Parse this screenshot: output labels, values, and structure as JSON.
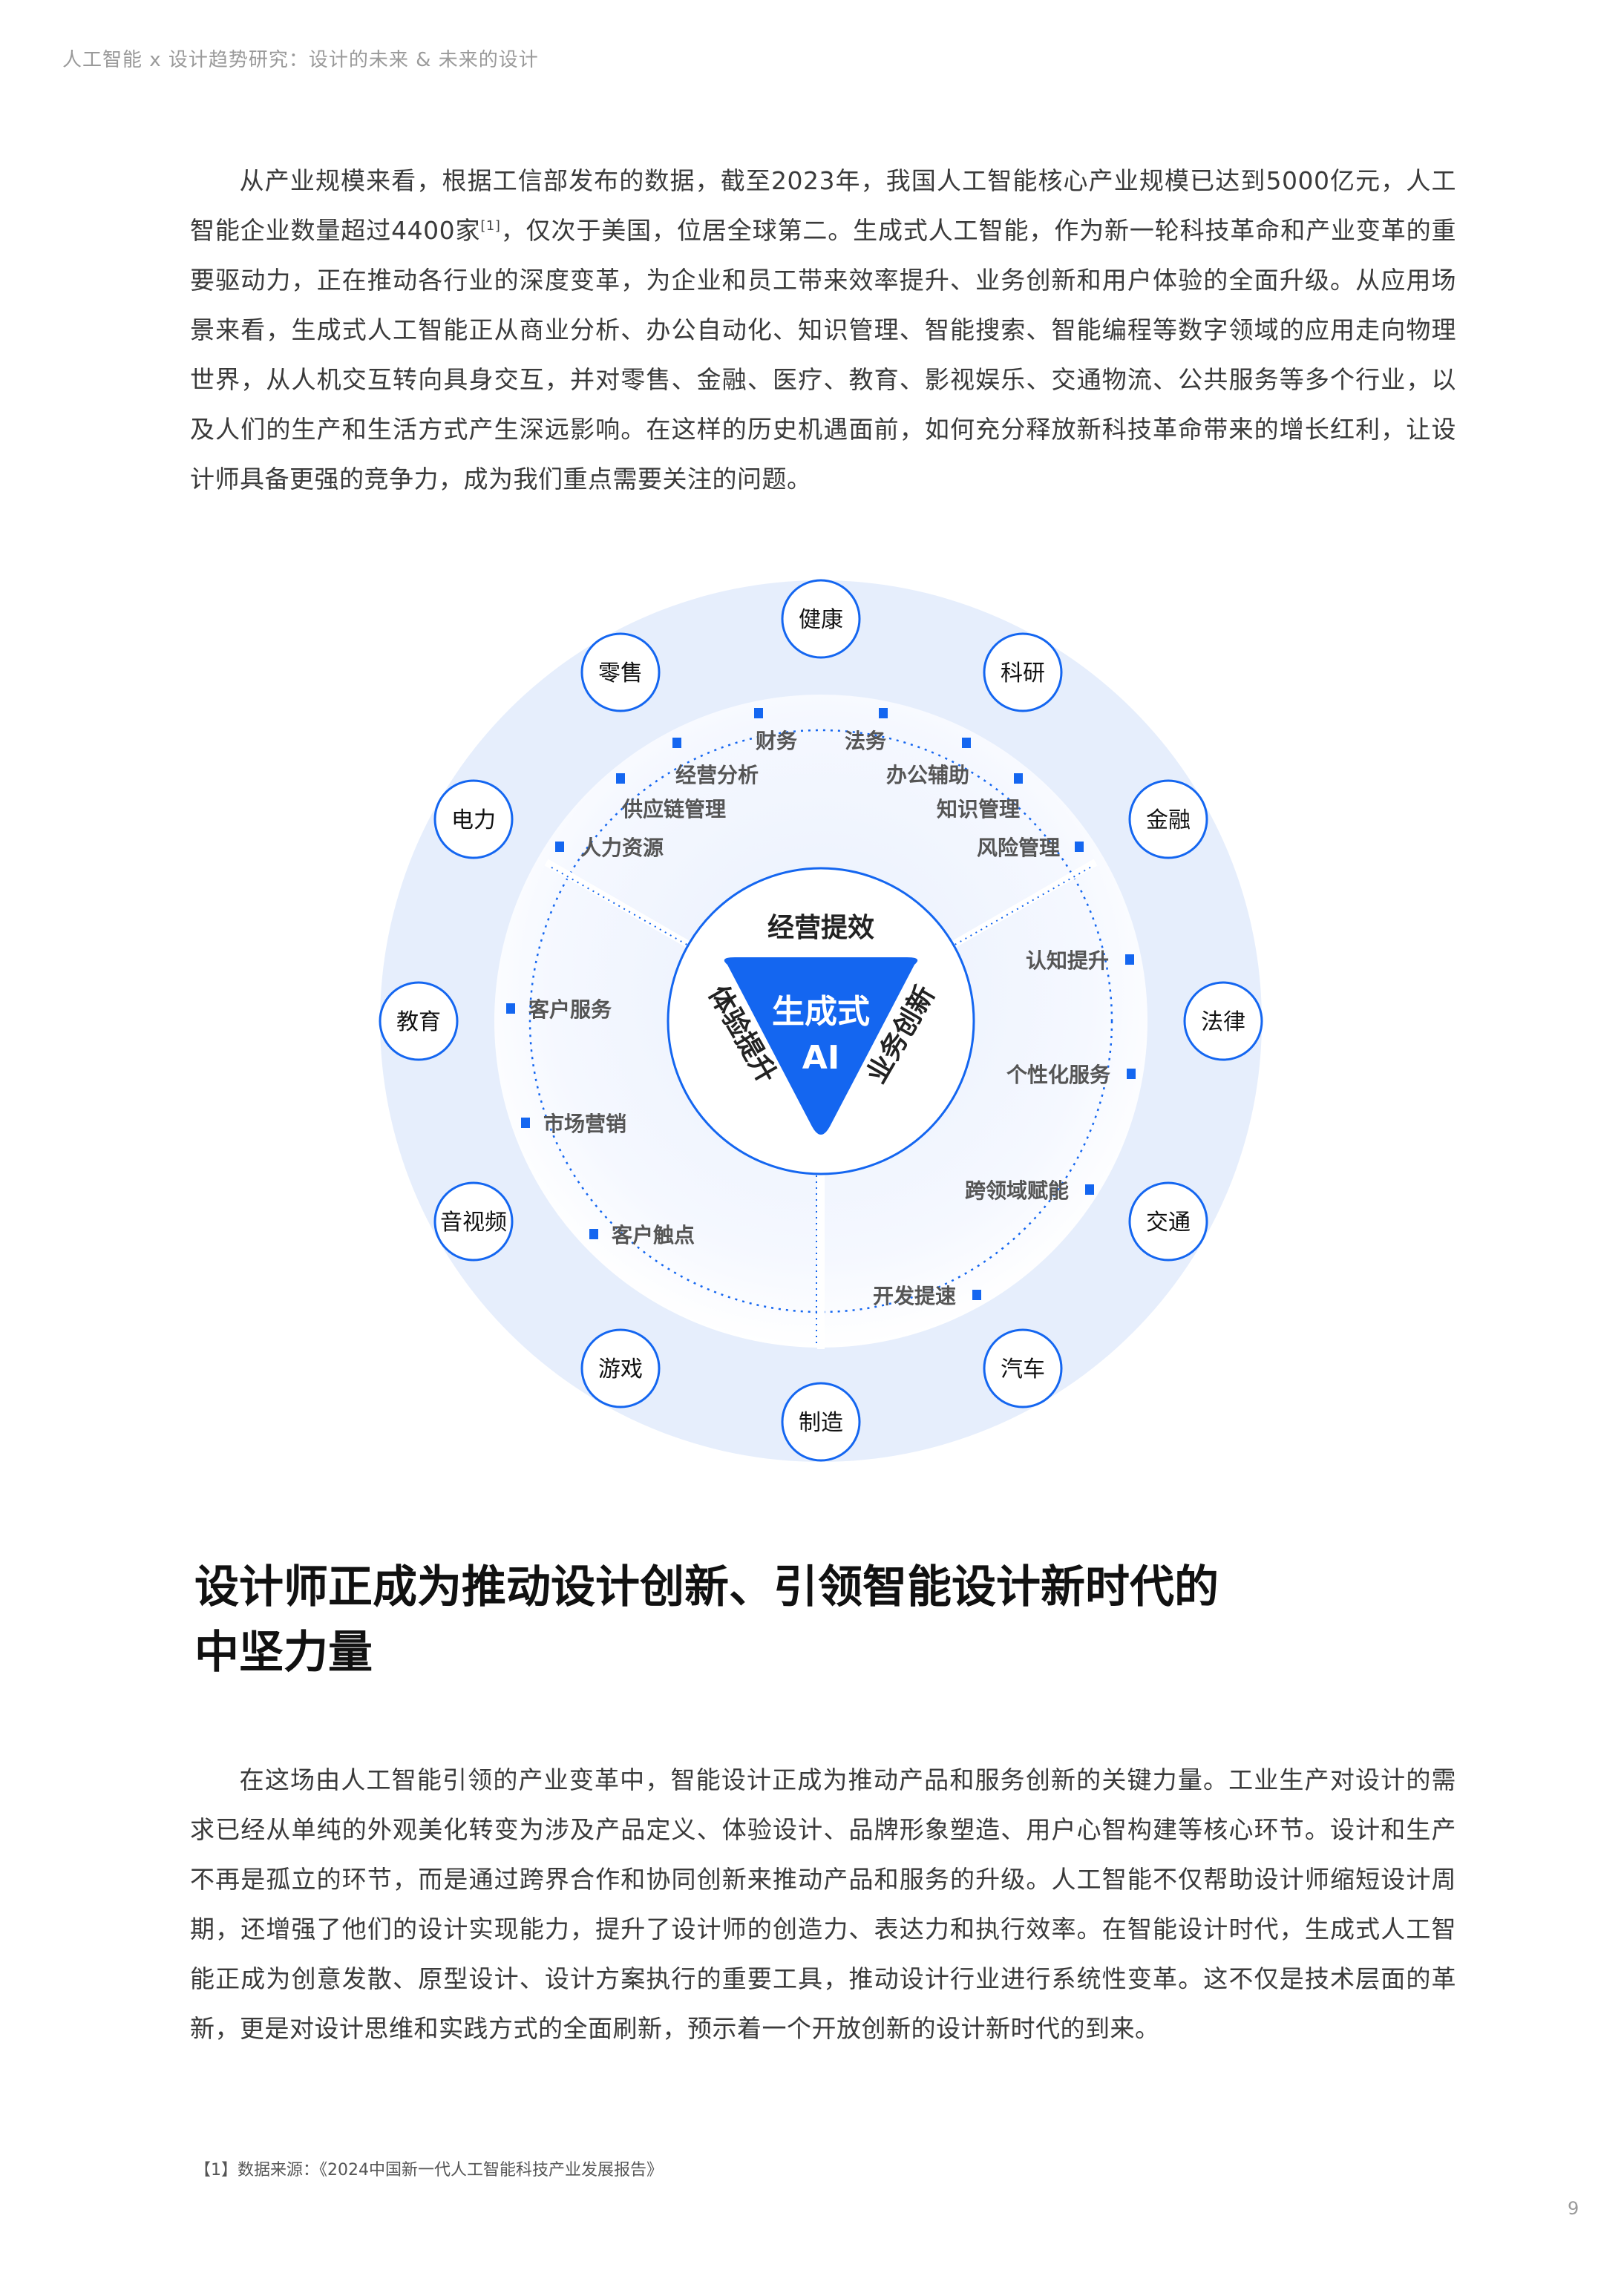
{
  "header": {
    "running_title": "人工智能 x 设计趋势研究：设计的未来 & 未来的设计"
  },
  "paragraph1": {
    "text_before_ref": "从产业规模来看，根据工信部发布的数据，截至2023年，我国人工智能核心产业规模已达到5000亿元，人工智能企业数量超过4400家",
    "ref": "[1]",
    "text_after_ref": "，仅次于美国，位居全球第二。生成式人工智能，作为新一轮科技革命和产业变革的重要驱动力，正在推动各行业的深度变革，为企业和员工带来效率提升、业务创新和用户体验的全面升级。从应用场景来看，生成式人工智能正从商业分析、办公自动化、知识管理、智能搜索、智能编程等数字领域的应用走向物理世界，从人机交互转向具身交互，并对零售、金融、医疗、教育、影视娱乐、交通物流、公共服务等多个行业，以及人们的生产和生活方式产生深远影响。在这样的历史机遇面前，如何充分释放新科技革命带来的增长红利，让设计师具备更强的竞争力，成为我们重点需要关注的问题。"
  },
  "diagram": {
    "core": {
      "line1": "生成式",
      "line2": "AI",
      "color": "#1466f0"
    },
    "sectors": [
      {
        "label": "经营提效"
      },
      {
        "label": "业务创新"
      },
      {
        "label": "体验提升"
      }
    ],
    "capabilities": {
      "top": [
        "财务",
        "法务",
        "经营分析",
        "办公辅助",
        "供应链管理",
        "知识管理",
        "人力资源",
        "风险管理"
      ],
      "right": [
        "认知提升",
        "个性化服务",
        "跨领域赋能",
        "开发提速"
      ],
      "left": [
        "客户服务",
        "市场营销",
        "客户触点"
      ]
    },
    "industries": [
      "健康",
      "科研",
      "金融",
      "法律",
      "交通",
      "汽车",
      "制造",
      "游戏",
      "音视频",
      "教育",
      "电力",
      "零售"
    ],
    "colors": {
      "accent": "#1466f0",
      "outer_ring": "#e6eefc",
      "inner_disc": "#f3f7fe"
    }
  },
  "section": {
    "heading_line1": "设计师正成为推动设计创新、引领智能设计新时代的",
    "heading_line2": "中坚力量"
  },
  "paragraph2": {
    "text": "在这场由人工智能引领的产业变革中，智能设计正成为推动产品和服务创新的关键力量。工业生产对设计的需求已经从单纯的外观美化转变为涉及产品定义、体验设计、品牌形象塑造、用户心智构建等核心环节。设计和生产不再是孤立的环节，而是通过跨界合作和协同创新来推动产品和服务的升级。人工智能不仅帮助设计师缩短设计周期，还增强了他们的设计实现能力，提升了设计师的创造力、表达力和执行效率。在智能设计时代，生成式人工智能正成为创意发散、原型设计、设计方案执行的重要工具，推动设计行业进行系统性变革。这不仅是技术层面的革新，更是对设计思维和实践方式的全面刷新，预示着一个开放创新的设计新时代的到来。"
  },
  "footnote": {
    "text": "【1】数据来源：《2024中国新一代人工智能科技产业发展报告》"
  },
  "page": {
    "number": "9"
  }
}
